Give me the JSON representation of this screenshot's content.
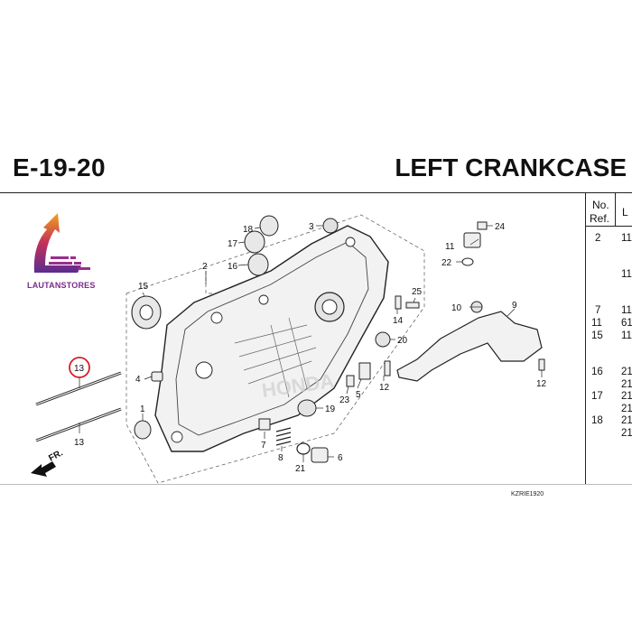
{
  "header": {
    "code": "E-19-20",
    "title": "LEFT CRANKCASE"
  },
  "logo": {
    "text": "LAUTANSTORES",
    "colors": [
      "#f2a21b",
      "#e0432a",
      "#9b2d8f",
      "#5a2d91"
    ]
  },
  "table": {
    "col_no": "No.",
    "col_ref": "Ref.",
    "col_l": "L",
    "rows": [
      {
        "ref": "2",
        "val": "11"
      },
      {
        "ref": "",
        "val": "11"
      },
      {
        "ref": "7",
        "val": "11"
      },
      {
        "ref": "11",
        "val": "61"
      },
      {
        "ref": "15",
        "val": "11"
      },
      {
        "ref": "16",
        "val": "21"
      },
      {
        "ref": "",
        "val": "21"
      },
      {
        "ref": "17",
        "val": "21"
      },
      {
        "ref": "",
        "val": "21"
      },
      {
        "ref": "18",
        "val": "21"
      },
      {
        "ref": "",
        "val": "21"
      }
    ]
  },
  "callouts": {
    "c1": "1",
    "c2": "2",
    "c3": "3",
    "c4": "4",
    "c5": "5",
    "c6": "6",
    "c7": "7",
    "c8": "8",
    "c9": "9",
    "c10": "10",
    "c11": "11",
    "c12a": "12",
    "c12b": "12",
    "c13a": "13",
    "c13b": "13",
    "c14": "14",
    "c15": "15",
    "c16": "16",
    "c17": "17",
    "c18": "18",
    "c19": "19",
    "c20": "20",
    "c21": "21",
    "c22": "22",
    "c23": "23",
    "c24": "24",
    "c25": "25"
  },
  "watermark": "HONDA",
  "direction_label": "FR.",
  "diagram_code": "KZRIE1920",
  "highlight_color": "#d42020"
}
